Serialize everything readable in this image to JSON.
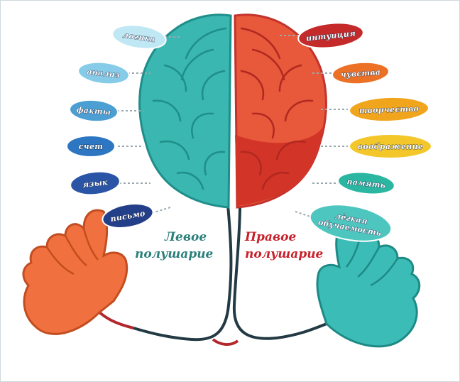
{
  "hemispheres": {
    "left": {
      "line1": "Левое",
      "line2": "полушарие",
      "color": "#3aa8a3"
    },
    "right": {
      "line1": "Правое",
      "line2": "полушарие",
      "color": "#c8202a"
    }
  },
  "left_bubbles": [
    {
      "label": "логика",
      "color": "#bfe7f4"
    },
    {
      "label": "анализ",
      "color": "#86cbe8"
    },
    {
      "label": "факты",
      "color": "#4c9fd2"
    },
    {
      "label": "счет",
      "color": "#2d77c2"
    },
    {
      "label": "язык",
      "color": "#2a55a6"
    },
    {
      "label": "письмо",
      "color": "#243f8a"
    }
  ],
  "right_bubbles": [
    {
      "label": "интуиция",
      "color": "#c52a2a"
    },
    {
      "label": "чувства",
      "color": "#ec7126"
    },
    {
      "label": "творчество",
      "color": "#f0a51d"
    },
    {
      "label": "воображение",
      "color": "#f3c72a"
    },
    {
      "label": "память",
      "color": "#2ab6a1"
    },
    {
      "label": "лёгкая обучаемость",
      "color": "#4ec6c0"
    }
  ],
  "colors": {
    "left_brain": "#3ab7b0",
    "left_brain_dark": "#1f8e8a",
    "right_brain": "#e8583a",
    "right_brain_dark": "#c4322c",
    "left_hand": "#f0713f",
    "right_hand": "#3cbcb6",
    "cord_dark": "#233a44",
    "cord_red": "#b3262b"
  }
}
